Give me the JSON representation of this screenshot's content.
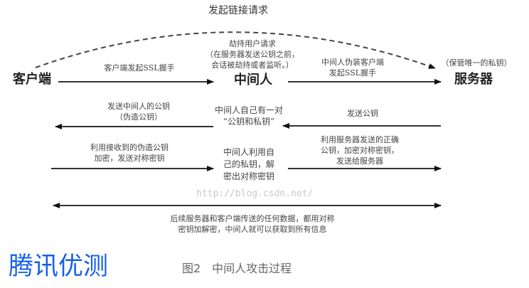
{
  "diagram": {
    "top_label": "发起链接请求",
    "nodes": {
      "client": "客户端",
      "mitm": "中间人",
      "server": "服务器"
    },
    "server_note": "（保管唯一的私钥）",
    "row1": {
      "client_to_mitm": "客户端发起SSL握手",
      "mitm_note": [
        "劫持用户请求",
        "（在服务器发送公钥之前，",
        "会话被劫持或者监听。）"
      ],
      "mitm_to_server": [
        "中间人伪装客户端",
        "发起SSL握手"
      ]
    },
    "row2": {
      "mitm_to_client": [
        "发送中间人的公钥",
        "（伪造公钥）"
      ],
      "mitm_note": [
        "中间人自己有一对",
        "“公钥和私钥”"
      ],
      "server_to_mitm": "发送公钥"
    },
    "row3": {
      "client_to_mitm": [
        "利用接收到的伪造公钥",
        "加密，发送对称密钥"
      ],
      "mitm_note": [
        "中间人利用自",
        "己的私钥，解",
        "密出对称密钥"
      ],
      "mitm_to_server": [
        "利用服务器发送的正确",
        "公钥，加密对称密钥，",
        "发送给服务器"
      ]
    },
    "row4": {
      "note": [
        "后续服务器和客户端传送的任何数据，都用对称",
        "密钥加解密，中间人就可以获取到所有信息"
      ]
    },
    "watermark": "http://blog.csdn.net/"
  },
  "brand": "腾讯优测",
  "caption": "图2　中间人攻击过程"
}
